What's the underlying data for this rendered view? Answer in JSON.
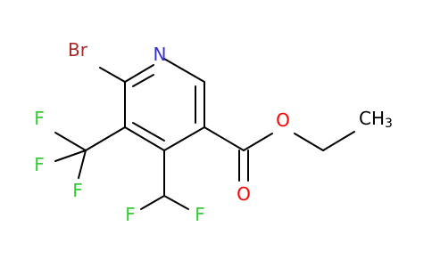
{
  "atoms": {
    "nitrogen": {
      "label": "N",
      "color": "#3333cc"
    },
    "bromine": {
      "label": "Br",
      "color": "#a52a2a"
    },
    "carbonyl_oxygen": {
      "label": "O",
      "color": "#ff0000"
    },
    "ester_oxygen": {
      "label": "O",
      "color": "#ff0000"
    },
    "methyl": {
      "label": "CH",
      "subscript": "3",
      "color": "#000000"
    },
    "cf3_f1": {
      "label": "F",
      "color": "#33cc33"
    },
    "cf3_f2": {
      "label": "F",
      "color": "#33cc33"
    },
    "cf3_f3": {
      "label": "F",
      "color": "#33cc33"
    },
    "chf2_f1": {
      "label": "F",
      "color": "#33cc33"
    },
    "chf2_f2": {
      "label": "F",
      "color": "#33cc33"
    }
  },
  "colors": {
    "bond": "#000000",
    "background": "#ffffff"
  }
}
